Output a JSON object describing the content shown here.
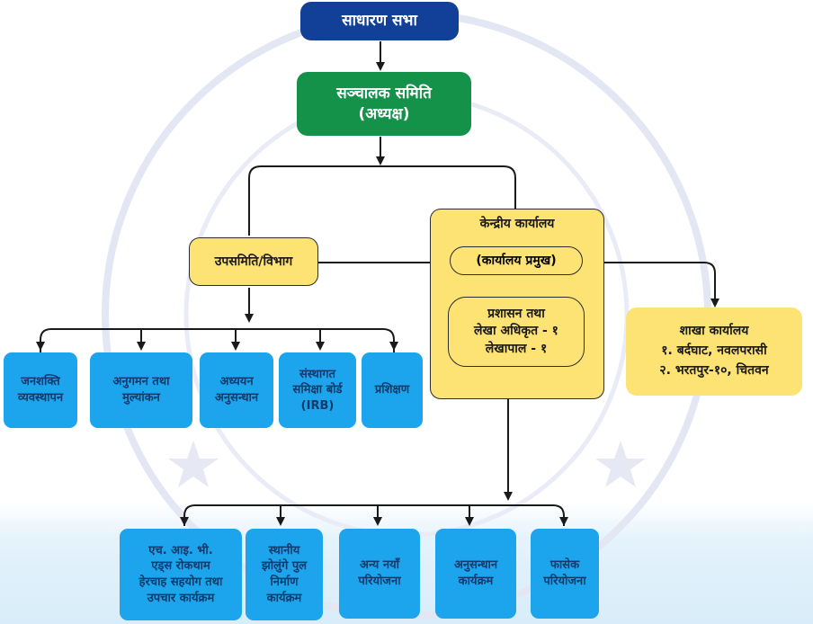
{
  "nodes": {
    "general_assembly": "साधारण सभा",
    "board": {
      "line1": "सञ्चालक समिति",
      "line2": "(अध्यक्ष)"
    },
    "subcommittee": "उपसमिति/विभाग",
    "central_office": {
      "title": "केन्द्रीय कार्यालय",
      "head": "(कार्यालय प्रमुख)"
    },
    "admin_finance": {
      "line1": "प्रशासन तथा",
      "line2": "लेखा अधिकृत - १",
      "line3": "लेखापाल - १"
    },
    "branch_office": {
      "title": "शाखा कार्यालय",
      "line1": "१. बर्दघाट, नवलपरासी",
      "line2": "२. भरतपुर-१०, चितवन"
    }
  },
  "departments": [
    {
      "lines": [
        "जनशक्ति",
        "व्यवस्थापन"
      ]
    },
    {
      "lines": [
        "अनुगमन तथा",
        "मुल्यांकन"
      ]
    },
    {
      "lines": [
        "अध्ययन",
        "अनुसन्धान"
      ]
    },
    {
      "lines": [
        "संस्थागत",
        "समिक्षा बोर्ड",
        "(IRB)"
      ]
    },
    {
      "lines": [
        "प्रशिक्षण"
      ]
    }
  ],
  "projects": [
    {
      "lines": [
        "एच. आइ. भी.",
        "एड्स रोकथाम",
        "हेरचाह सहयोग तथा",
        "उपचार कार्यक्रम"
      ]
    },
    {
      "lines": [
        "स्थानीय",
        "झोलुंगे पुल",
        "निर्माण",
        "कार्यक्रम"
      ]
    },
    {
      "lines": [
        "अन्य नयाँ",
        "परियोजना"
      ]
    },
    {
      "lines": [
        "अनुसन्धान",
        "कार्यक्रम"
      ]
    },
    {
      "lines": [
        "फासेक",
        "परियोजना"
      ]
    }
  ],
  "colors": {
    "navy": "#123f97",
    "green": "#14924a",
    "yellow": "#fde374",
    "blue": "#1ca4ec",
    "line": "#1a1a1a",
    "watermark": "#e3e7f3"
  }
}
